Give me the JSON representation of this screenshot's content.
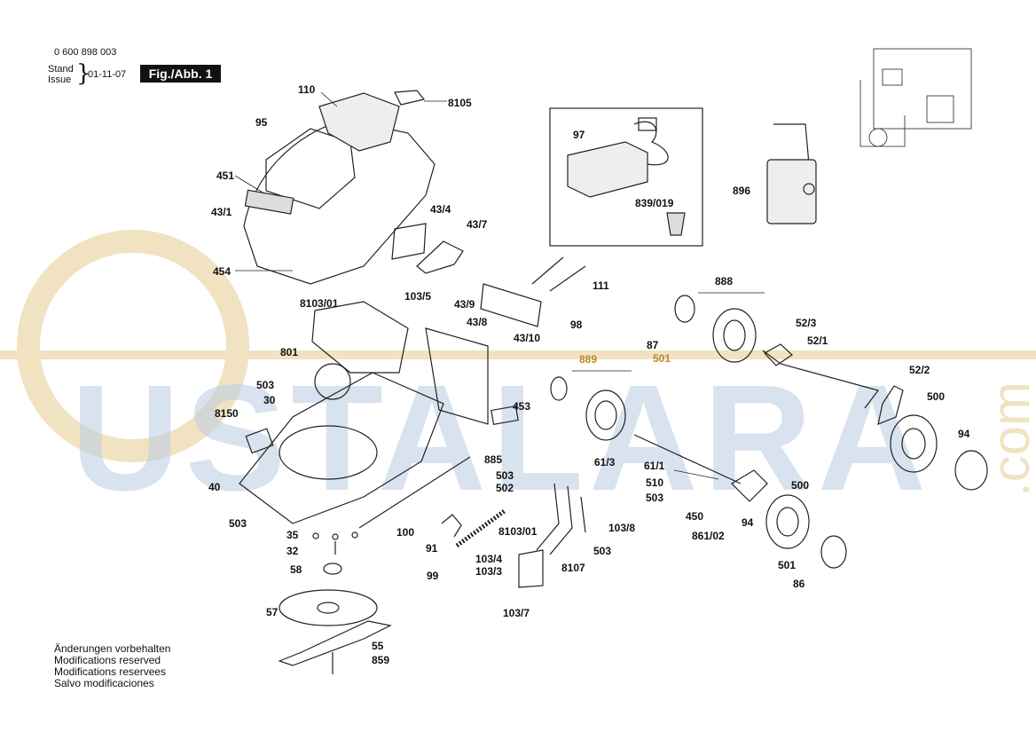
{
  "header": {
    "part_number": "0 600 898 003",
    "stand_label": "Stand",
    "issue_label": "Issue",
    "date": "01-11-07",
    "figure_label": "Fig./Abb. 1"
  },
  "watermark": {
    "text": "USTALARA",
    "suffix": ".com",
    "color_blue": "#b9cde3",
    "color_tan": "#f1e2c2"
  },
  "labels": {
    "l110": "110",
    "l8105": "8105",
    "l95": "95",
    "l451": "451",
    "l43_1": "43/1",
    "l43_4": "43/4",
    "l43_7": "43/7",
    "l454": "454",
    "l97": "97",
    "l839": "839/019",
    "l896": "896",
    "l111": "111",
    "l98": "98",
    "l103_5": "103/5",
    "l8103_01a": "8103/01",
    "l43_9": "43/9",
    "l43_8": "43/8",
    "l43_10": "43/10",
    "l801": "801",
    "l503a": "503",
    "l30": "30",
    "l8150": "8150",
    "l453": "453",
    "l889": "889",
    "l888": "888",
    "l87": "87",
    "l501a": "501",
    "l52_3": "52/3",
    "l52_1": "52/1",
    "l52_2": "52/2",
    "l500a": "500",
    "l94a": "94",
    "l61_3": "61/3",
    "l61_1": "61/1",
    "l510": "510",
    "l503b": "503",
    "l500b": "500",
    "l450": "450",
    "l94b": "94",
    "l861_02": "861/02",
    "l501b": "501",
    "l86": "86",
    "l885": "885",
    "l503c": "503",
    "l502": "502",
    "l40": "40",
    "l503d": "503",
    "l35": "35",
    "l32": "32",
    "l100": "100",
    "l91": "91",
    "l99": "99",
    "l8103_01b": "8103/01",
    "l103_8": "103/8",
    "l503e": "503",
    "l103_4": "103/4",
    "l103_3": "103/3",
    "l8107": "8107",
    "l103_7": "103/7",
    "l58": "58",
    "l57": "57",
    "l55": "55",
    "l859": "859"
  },
  "notes": {
    "de": "Änderungen vorbehalten",
    "en": "Modifications reserved",
    "fr": "Modifications reservees",
    "es": "Salvo modificaciones"
  }
}
